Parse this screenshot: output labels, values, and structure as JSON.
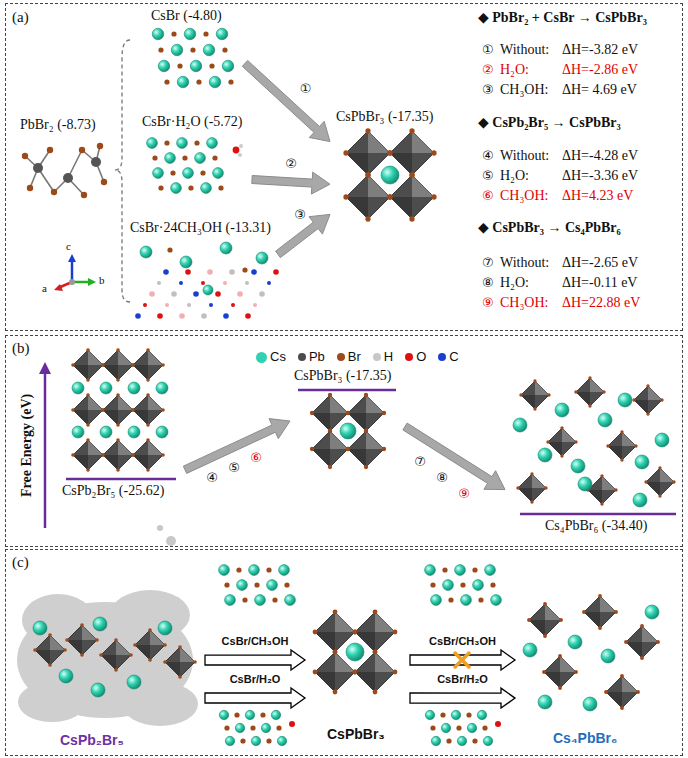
{
  "diagram": {
    "nodes": [
      {
        "text": [
          "(a)"
        ]
      },
      {
        "text": [
          "PbBr₂ (-8.73)"
        ],
        "in": 0
      },
      {
        "text": [
          "CsBr (-4.80)"
        ],
        "in": 0
      },
      {
        "text": [
          "CsBr·H₂O (-5.72)"
        ],
        "in": 0
      },
      {
        "text": [
          "CsBr·24CH₃OH (-13.31)"
        ],
        "in": 0
      },
      {
        "text": [
          "CsPbBr₃ (-17.35)"
        ],
        "in": 0
      },
      {
        "text": [
          "(b)"
        ]
      },
      {
        "text": [
          "CsPb₂Br₅ (-25.62)"
        ],
        "in": 6
      },
      {
        "text": [
          "CsPbBr₃ (-17.35)"
        ],
        "in": 6
      },
      {
        "text": [
          "Cs₄PbBr₆ (-34.40)"
        ],
        "in": 6
      },
      {
        "text": [
          "(c)"
        ]
      },
      {
        "text": [
          "CsPb₂Br₅"
        ],
        "in": 10
      },
      {
        "text": [
          "CsPbBr₃"
        ],
        "in": 10
      },
      {
        "text": [
          "Cs₄PbBr₆"
        ],
        "in": 10
      }
    ],
    "edges": [
      {
        "from": 2,
        "to": 5,
        "label": "①",
        "arrow": "to"
      },
      {
        "from": 3,
        "to": 5,
        "label": "②",
        "arrow": "to"
      },
      {
        "from": 4,
        "to": 5,
        "label": "③",
        "arrow": "to"
      },
      {
        "from": 7,
        "to": 8,
        "arrow": "to"
      },
      {
        "from": 8,
        "to": 9,
        "arrow": "to"
      },
      {
        "from": 11,
        "to": 12,
        "label": "CsBr/CH₃OH",
        "arrow": "to"
      },
      {
        "from": 11,
        "to": 12,
        "label": "CsBr/H₂O",
        "arrow": "to"
      },
      {
        "from": 12,
        "to": 13,
        "label": "CsBr/CH₃OH",
        "arrow": "to"
      },
      {
        "from": 12,
        "to": 13,
        "label": "CsBr/H₂O",
        "arrow": "to"
      }
    ],
    "labels": [
      "a",
      "b",
      "c",
      "◆ PbBr₂ + CsBr → CsPbBr₃",
      "①",
      "Without:",
      "ΔH=-3.82 eV",
      "②",
      "H₂O:",
      "ΔH=-2.86 eV",
      "③",
      "CH₃OH:",
      "ΔH= 4.69 eV",
      "◆ CsPb₂Br₅ → CsPbBr₃",
      "④",
      "Without:",
      "ΔH=-4.28 eV",
      "⑤",
      "H₂O:",
      "ΔH=-3.36 eV",
      "⑥",
      "CH₃OH:",
      "ΔH=4.23 eV",
      "◆ CsPbBr₃ → Cs₄PbBr₆",
      "⑦",
      "Without:",
      "ΔH=-2.65 eV",
      "⑧",
      "H₂O:",
      "ΔH=-0.11 eV",
      "⑨",
      "CH₃OH:",
      "ΔH=22.88 eV",
      "Free Energy (eV)",
      "④",
      "⑤",
      "⑥",
      "⑦",
      "⑧",
      "⑨"
    ],
    "legend": [
      {
        "text": "Cs",
        "color": "#2ed3b1"
      },
      {
        "text": "Pb",
        "color": "#4b4b4b"
      },
      {
        "text": "Br",
        "color": "#9c4a1a"
      },
      {
        "text": "H",
        "color": "#c8c8c8"
      },
      {
        "text": "O",
        "color": "#e01010"
      },
      {
        "text": "C",
        "color": "#1a3fd0"
      }
    ]
  }
}
